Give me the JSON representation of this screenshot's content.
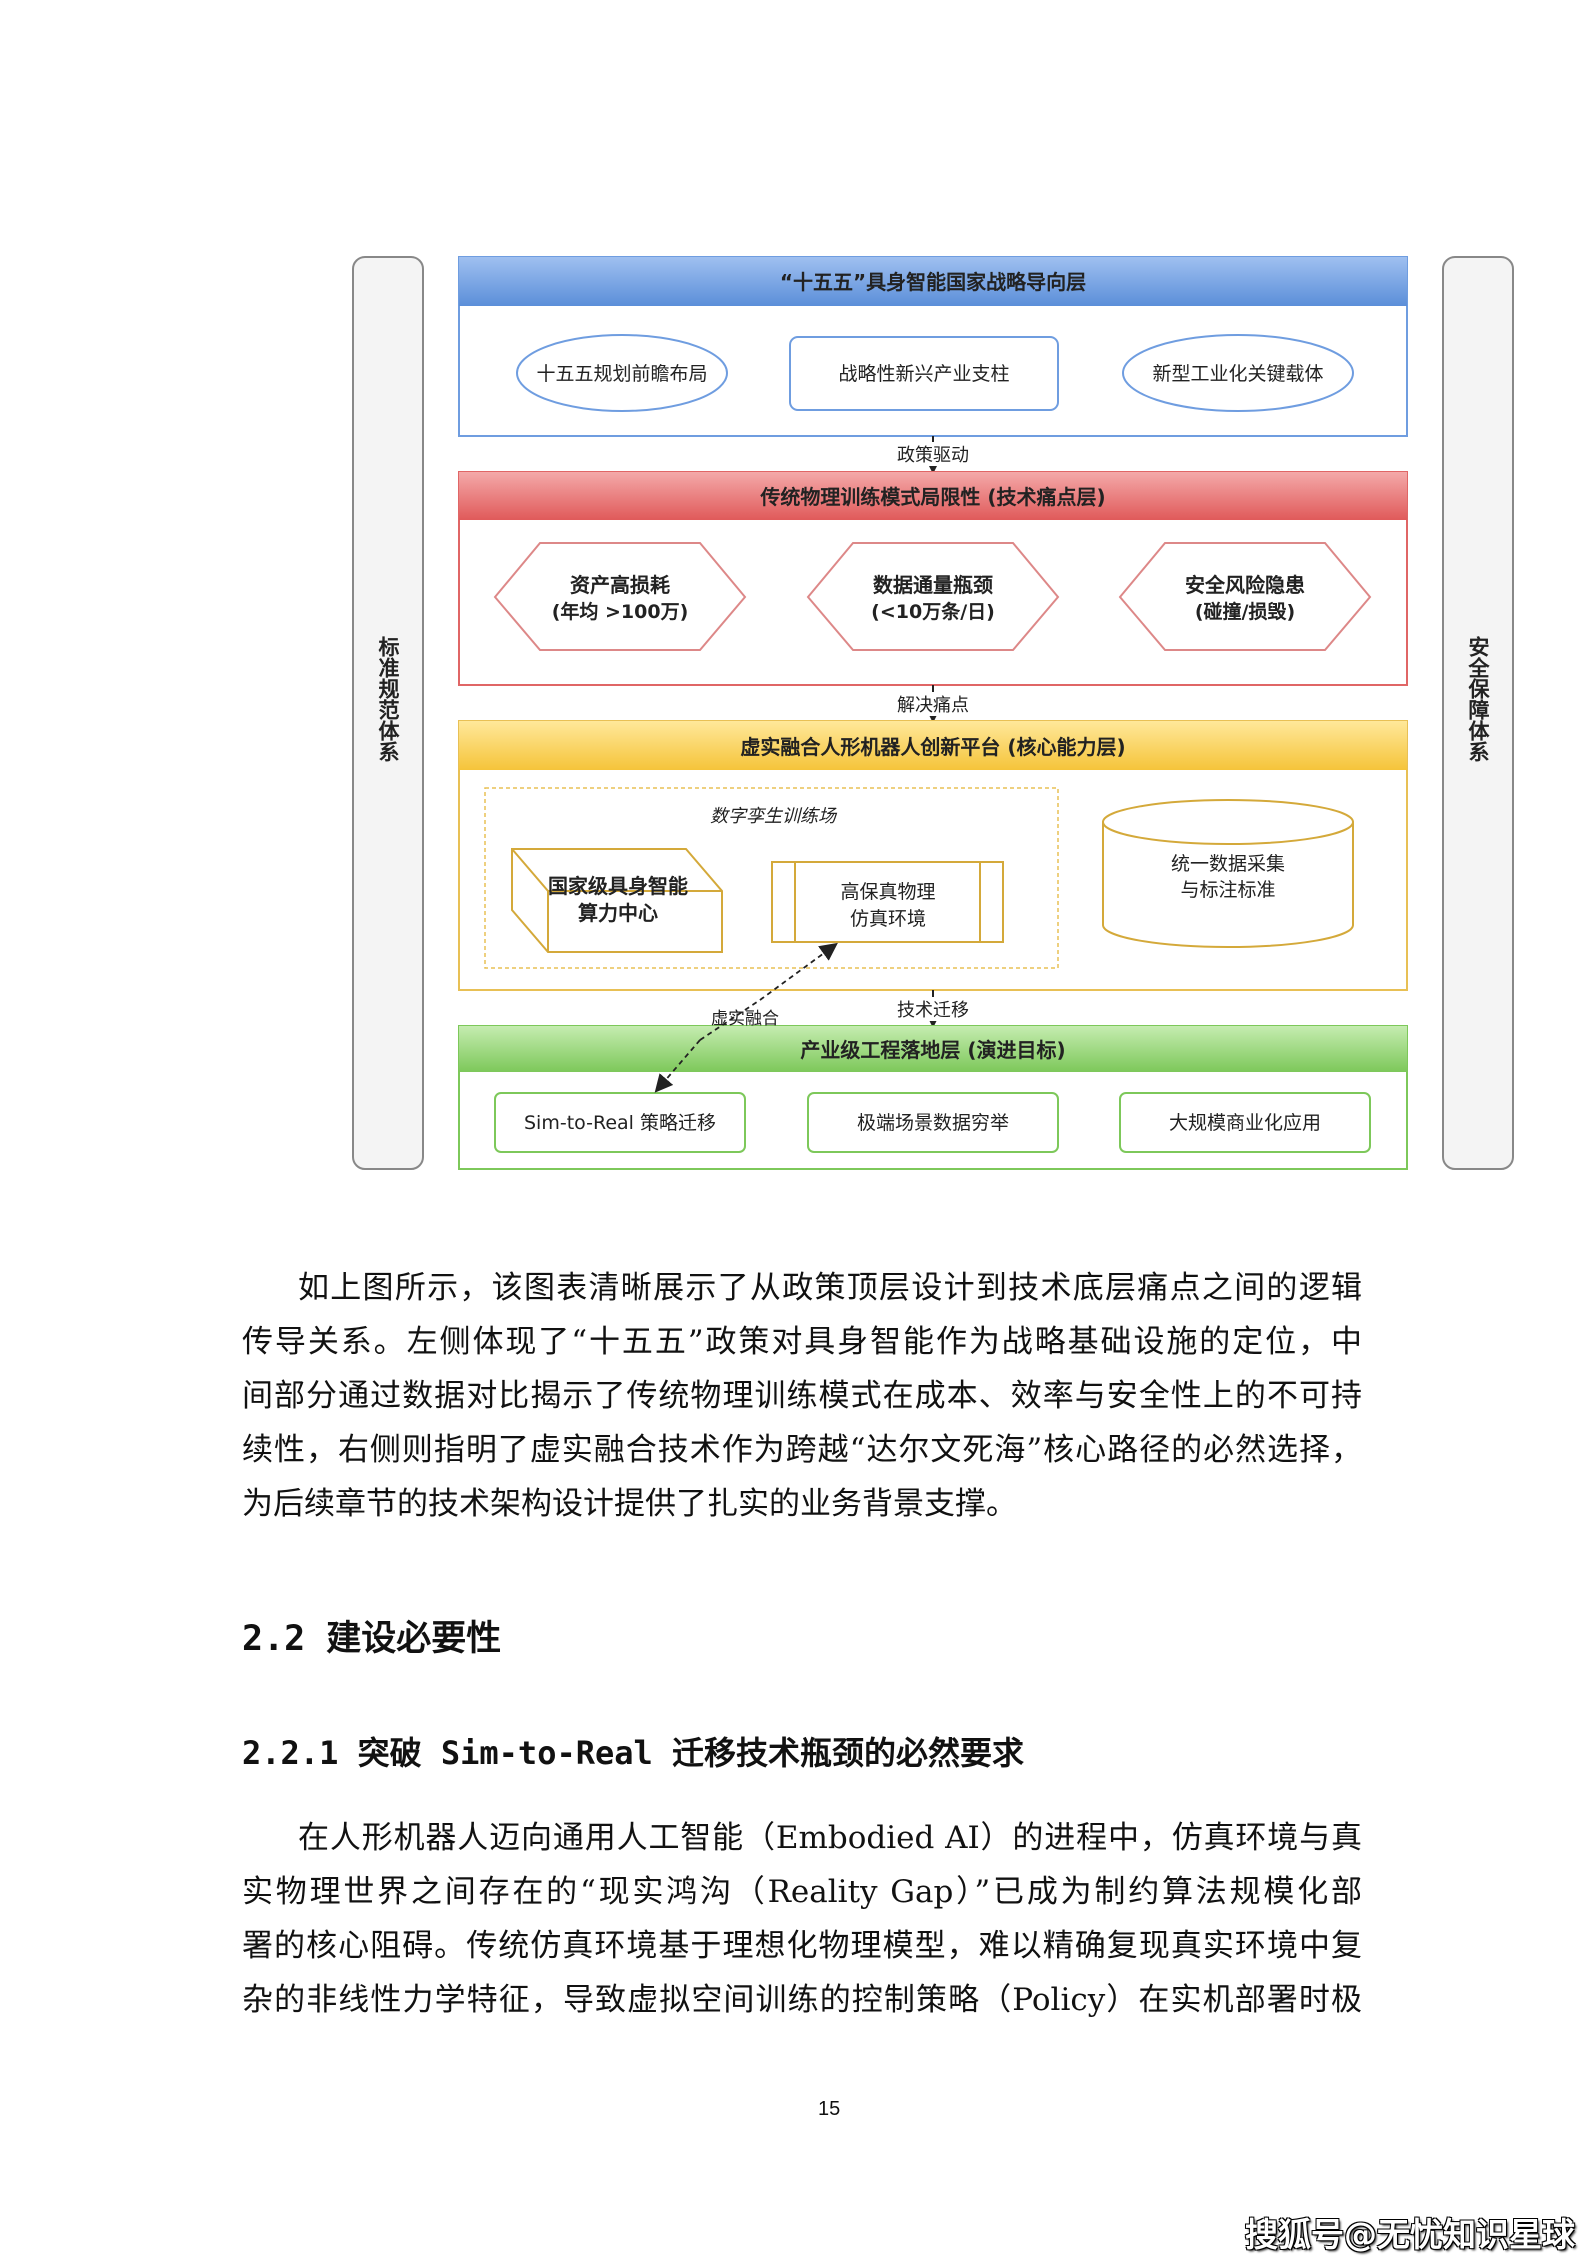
{
  "diagram": {
    "left_pillar": "标准规范体系",
    "right_pillar": "安全保障体系",
    "layer1": {
      "title": "“十五五”具身智能国家战略导向层",
      "items": [
        "十五五规划前瞻布局",
        "战略性新兴产业支柱",
        "新型工业化关键载体"
      ],
      "color": "#6f9de0"
    },
    "arrow1": "政策驱动",
    "layer2": {
      "title": "传统物理训练模式局限性 (技术痛点层)",
      "items": [
        [
          "资产高损耗",
          "(年均 >100万)"
        ],
        [
          "数据通量瓶颈",
          "(<10万条/日)"
        ],
        [
          "安全风险隐患",
          "(碰撞/损毁)"
        ]
      ],
      "color": "#e06666"
    },
    "arrow2": "解决痛点",
    "layer3": {
      "title": "虚实融合人形机器人创新平台 (核心能力层)",
      "twin_label": "数字孪生训练场",
      "cube": [
        "国家级具身智能",
        "算力中心"
      ],
      "sim": [
        "高保真物理",
        "仿真环境"
      ],
      "db": [
        "统一数据采集",
        "与标注标准"
      ],
      "color": "#f6cf4a"
    },
    "arrow3": "技术迁移",
    "fusion_label": "虚实融合",
    "layer4": {
      "title": "产业级工程落地层 (演进目标)",
      "items": [
        "Sim-to-Real 策略迁移",
        "极端场景数据穷举",
        "大规模商业化应用"
      ],
      "color": "#8fd16f"
    }
  },
  "paragraph1": [
    "如上图所示，该图表清晰展示了从政策顶层设计到技术底层痛点之间的逻辑",
    "传导关系。左侧体现了“十五五”政策对具身智能作为战略基础设施的定位，中",
    "间部分通过数据对比揭示了传统物理训练模式在成本、效率与安全性上的不可持",
    "续性，右侧则指明了虚实融合技术作为跨越“达尔文死海”核心路径的必然选择，",
    "为后续章节的技术架构设计提供了扎实的业务背景支撑。"
  ],
  "heading_2_2": "2.2 建设必要性",
  "heading_2_2_1": "2.2.1 突破 Sim-to-Real 迁移技术瓶颈的必然要求",
  "paragraph2": [
    "在人形机器人迈向通用人工智能（Embodied AI）的进程中，仿真环境与真",
    "实物理世界之间存在的“现实鸿沟（Reality Gap）”已成为制约算法规模化部",
    "署的核心阻碍。传统仿真环境基于理想化物理模型，难以精确复现真实环境中复",
    "杂的非线性力学特征，导致虚拟空间训练的控制策略（Policy）在实机部署时极"
  ],
  "page_number": "15",
  "footer_watermark": "搜狐号@无忧知识星球"
}
